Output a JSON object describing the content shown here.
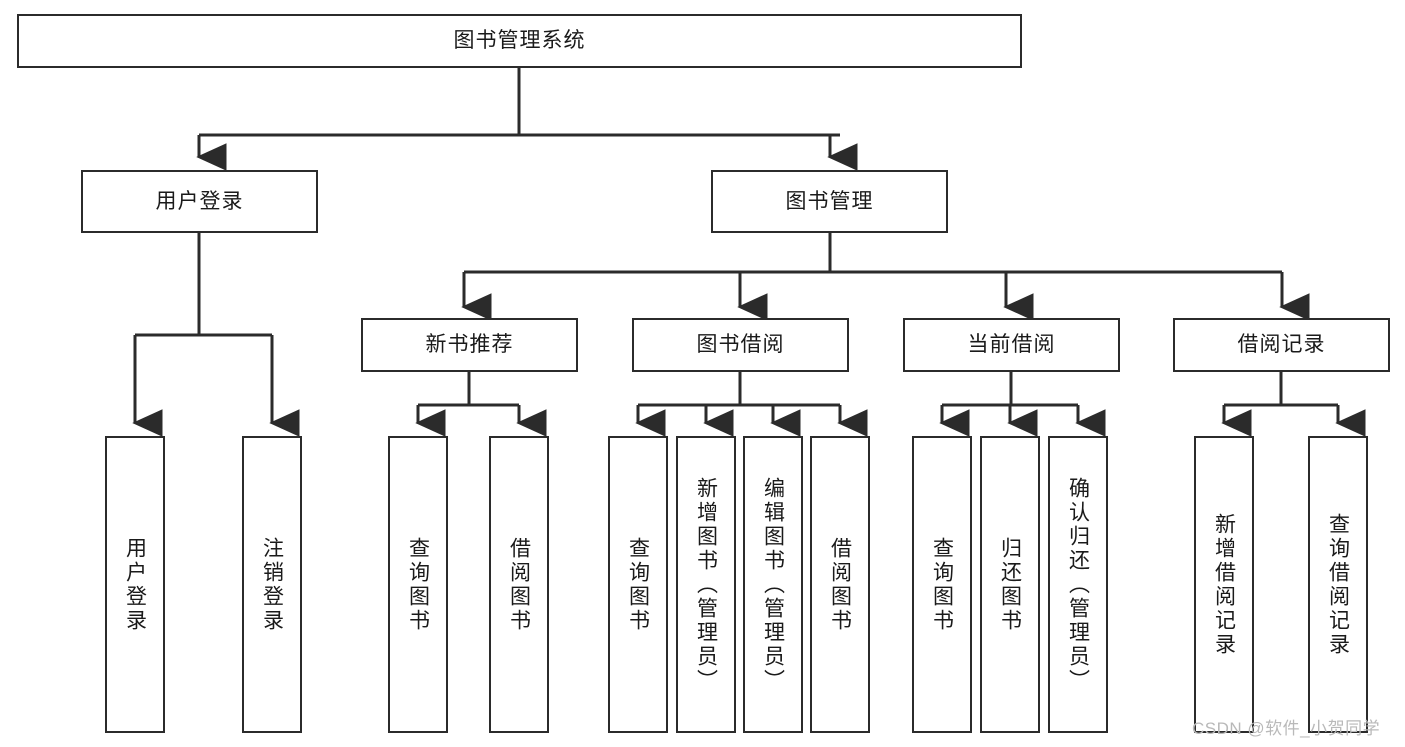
{
  "diagram": {
    "title": "图书管理系统",
    "type": "hierarchy-tree",
    "theme": {
      "stroke": "#2b2b2b",
      "fill": "#ffffff",
      "text": "#1a1a1a",
      "watermark_color": "#b9b9b9"
    },
    "levels": [
      {
        "level": 1,
        "nodes": [
          {
            "id": "root",
            "label": "图书管理系统",
            "orientation": "horizontal"
          }
        ]
      },
      {
        "level": 2,
        "nodes": [
          {
            "id": "login",
            "label": "用户登录",
            "orientation": "horizontal",
            "parent": "root"
          },
          {
            "id": "bookmgmt",
            "label": "图书管理",
            "orientation": "horizontal",
            "parent": "root"
          }
        ]
      },
      {
        "level": 3,
        "nodes": [
          {
            "id": "newbook",
            "label": "新书推荐",
            "orientation": "horizontal",
            "parent": "bookmgmt"
          },
          {
            "id": "borrow",
            "label": "图书借阅",
            "orientation": "horizontal",
            "parent": "bookmgmt"
          },
          {
            "id": "current",
            "label": "当前借阅",
            "orientation": "horizontal",
            "parent": "bookmgmt"
          },
          {
            "id": "records",
            "label": "借阅记录",
            "orientation": "horizontal",
            "parent": "bookmgmt"
          }
        ]
      },
      {
        "level": 4,
        "nodes": [
          {
            "id": "leaf-user-login",
            "label": "用户登录",
            "orientation": "vertical",
            "parent": "login"
          },
          {
            "id": "leaf-user-logout",
            "label": "注销登录",
            "orientation": "vertical",
            "parent": "login"
          },
          {
            "id": "leaf-query-book-1",
            "label": "查询图书",
            "orientation": "vertical",
            "parent": "newbook"
          },
          {
            "id": "leaf-borrow-book-1",
            "label": "借阅图书",
            "orientation": "vertical",
            "parent": "newbook"
          },
          {
            "id": "leaf-query-book-2",
            "label": "查询图书",
            "orientation": "vertical",
            "parent": "borrow"
          },
          {
            "id": "leaf-add-book",
            "label": "新增图书（管理员）",
            "orientation": "vertical",
            "parent": "borrow"
          },
          {
            "id": "leaf-edit-book",
            "label": "编辑图书（管理员）",
            "orientation": "vertical",
            "parent": "borrow"
          },
          {
            "id": "leaf-borrow-book-2",
            "label": "借阅图书",
            "orientation": "vertical",
            "parent": "borrow"
          },
          {
            "id": "leaf-query-book-3",
            "label": "查询图书",
            "orientation": "vertical",
            "parent": "current"
          },
          {
            "id": "leaf-return-book",
            "label": "归还图书",
            "orientation": "vertical",
            "parent": "current"
          },
          {
            "id": "leaf-confirm-return",
            "label": "确认归还（管理员）",
            "orientation": "vertical",
            "parent": "current"
          },
          {
            "id": "leaf-add-record",
            "label": "新增借阅记录",
            "orientation": "vertical",
            "parent": "records"
          },
          {
            "id": "leaf-query-record",
            "label": "查询借阅记录",
            "orientation": "vertical",
            "parent": "records"
          }
        ]
      }
    ]
  },
  "watermark": {
    "text": "CSDN @软件_小贺同学"
  }
}
